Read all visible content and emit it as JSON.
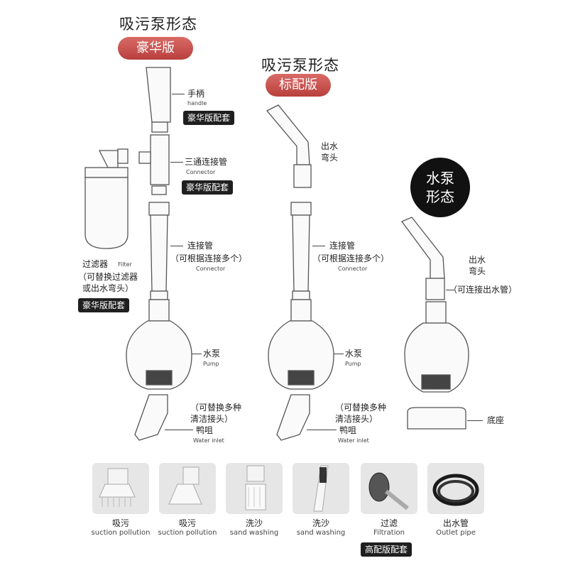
{
  "deluxe": {
    "title": "吸污泵形态",
    "badge": "豪华版",
    "handle_cn": "手柄",
    "handle_en": "handle",
    "handle_tag": "豪华版配套",
    "tee_cn": "三通连接管",
    "tee_en": "Connector",
    "tee_tag": "豪华版配套",
    "pipe_cn": "连接管",
    "pipe_note": "（可根据连接多个）",
    "pipe_en": "Connector",
    "filter_cn": "过滤器",
    "filter_en": "Filter",
    "filter_note1": "（可替换过滤器",
    "filter_note2": "或出水弯头）",
    "filter_tag": "豪华版配套",
    "pump_cn": "水泵",
    "pump_en": "Pump",
    "tip_note1": "（可替换多种",
    "tip_note2": "清洁接头）",
    "tip_cn": "鸭咀",
    "tip_en": "Water inlet"
  },
  "standard": {
    "title": "吸污泵形态",
    "badge": "标配版",
    "elbow_cn1": "出水",
    "elbow_cn2": "弯头",
    "pipe_cn": "连接管",
    "pipe_note": "（可根据连接多个）",
    "pipe_en": "Connector",
    "pump_cn": "水泵",
    "pump_en": "Pump",
    "tip_note1": "（可替换多种",
    "tip_note2": "清洁接头）",
    "tip_cn": "鸭咀",
    "tip_en": "Water inlet"
  },
  "waterpump": {
    "title1": "水泵",
    "title2": "形态",
    "elbow_cn1": "出水",
    "elbow_cn2": "弯头",
    "elbow_note": "（可连接出水管）",
    "base_cn": "底座"
  },
  "accessories": [
    {
      "cn": "吸污",
      "en": "suction pollution"
    },
    {
      "cn": "吸污",
      "en": "suction pollution"
    },
    {
      "cn": "洗沙",
      "en": "sand washing"
    },
    {
      "cn": "洗沙",
      "en": "sand washing"
    },
    {
      "cn": "过滤",
      "en": "Filtration"
    },
    {
      "cn": "出水管",
      "en": "Outlet pipe"
    }
  ],
  "accessories_tag": "高配版配套",
  "colors": {
    "badge": "#c0504d",
    "tag": "#1f1f1f"
  }
}
